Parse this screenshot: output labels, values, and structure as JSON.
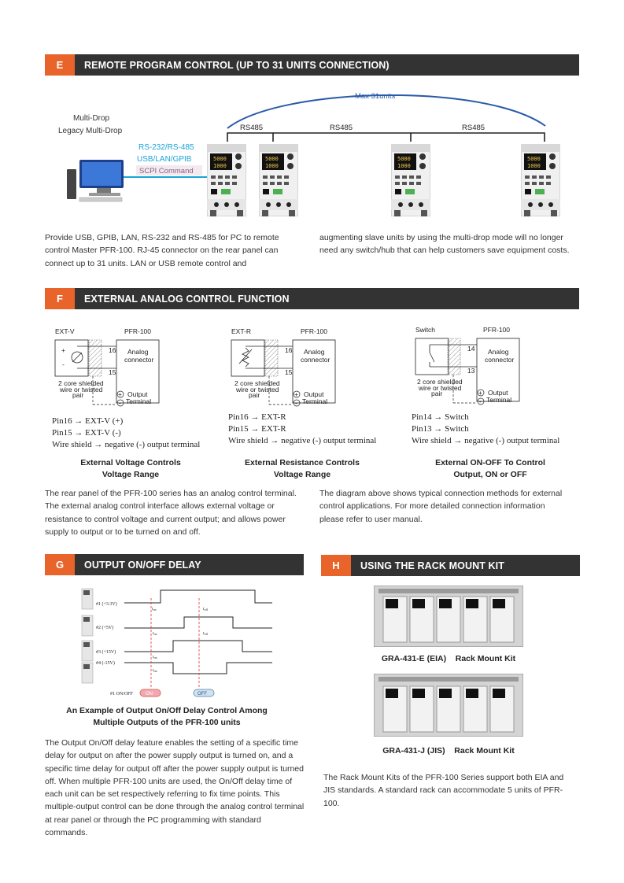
{
  "sections": {
    "e": {
      "letter": "E",
      "title": "REMOTE PROGRAM CONTROL (UP TO 31 UNITS CONNECTION)"
    },
    "f": {
      "letter": "F",
      "title": "EXTERNAL ANALOG CONTROL FUNCTION"
    },
    "g": {
      "letter": "G",
      "title": "OUTPUT ON/OFF DELAY"
    },
    "h": {
      "letter": "H",
      "title": "USING THE RACK MOUNT KIT"
    }
  },
  "remote": {
    "max_label": "Max 31units",
    "multi_drop": "Multi-Drop",
    "legacy": "Legacy Multi-Drop",
    "rs485": "RS485",
    "iface1": "RS-232/RS-485",
    "iface2": "USB/LAN/GPIB",
    "scpi": "SCPI Command",
    "display_v": "5000",
    "display_a": "1000",
    "para_left": "Provide USB, GPIB, LAN, RS-232 and RS-485 for PC to remote control Master PFR-100. RJ-45 connector on the rear panel can connect up to 31 units. LAN or USB remote control and",
    "para_right": "augmenting slave units by using the multi-drop mode will no longer need any switch/hub that can help customers save equipment costs."
  },
  "analog": {
    "model": "PFR-100",
    "analog": "Analog",
    "connector": "connector",
    "output": "Output",
    "terminal": "Terminal",
    "shield1": "2 core shielded",
    "shield2": "wire or twisted",
    "shield3": "pair",
    "d1": {
      "src": "EXT-V",
      "pinA": "16",
      "pinB": "15",
      "line1": "Pin16 → EXT-V (+)",
      "line2": "Pin15 → EXT-V (-)",
      "line3": "Wire shield → negative (-) output terminal",
      "cap1": "External Voltage Controls",
      "cap2": "Voltage Range"
    },
    "d2": {
      "src": "EXT-R",
      "pinA": "16",
      "pinB": "15",
      "line1": "Pin16 → EXT-R",
      "line2": "Pin15 → EXT-R",
      "line3": "Wire shield → negative (-) output terminal",
      "cap1": "External Resistance Controls",
      "cap2": "Voltage Range"
    },
    "d3": {
      "src": "Switch",
      "pinA": "14",
      "pinB": "13",
      "line1": "Pin14 → Switch",
      "line2": "Pin13 → Switch",
      "line3": "Wire shield → negative (-) output terminal",
      "cap1": "External ON-OFF To Control",
      "cap2": "Output, ON or OFF"
    },
    "para_left": "The rear panel of the PFR-100 series has an analog control terminal. The external analog control interface allows external voltage or resistance to control voltage and current output; and allows power supply to output or to be turned on and off.",
    "para_right": "The diagram above shows typical connection methods for external control applications. For more detailed connection information please refer to user manual."
  },
  "delay": {
    "ch1": "#1 (+3.3V)",
    "ch2": "#2 (+5V)",
    "ch3": "#3 (+15V)",
    "ch4": "#4 (-15V)",
    "onoff": "#1 ON/OFF",
    "on": "ON",
    "off": "OFF",
    "ton": "t",
    "ton_sub": "on",
    "toff": "t",
    "toff_sub": "off",
    "cap1": "An Example of Output On/Off Delay Control Among",
    "cap2": "Multiple Outputs of the PFR-100 units",
    "para": "The Output On/Off delay feature enables the setting of a specific time delay for output on after the power supply output is turned on, and a specific time delay for output off after the power supply output is turned off. When multiple PFR-100 units are used, the On/Off delay time of each unit can be set respectively referring to fix time points. This multiple-output control can be done through the analog control terminal at rear panel or through the PC programming with standard commands."
  },
  "rack": {
    "kit1": "GRA-431-E (EIA)    Rack Mount Kit",
    "kit2": "GRA-431-J (JIS)    Rack Mount Kit",
    "para": "The Rack Mount Kits of the PFR-100 Series support both EIA and JIS standards. A standard rack can accommodate 5 units of PFR-100."
  },
  "colors": {
    "accent": "#e8642b",
    "header_bg": "#333333",
    "cyan": "#1aa3d9",
    "blue_arc": "#2a5aa8"
  }
}
